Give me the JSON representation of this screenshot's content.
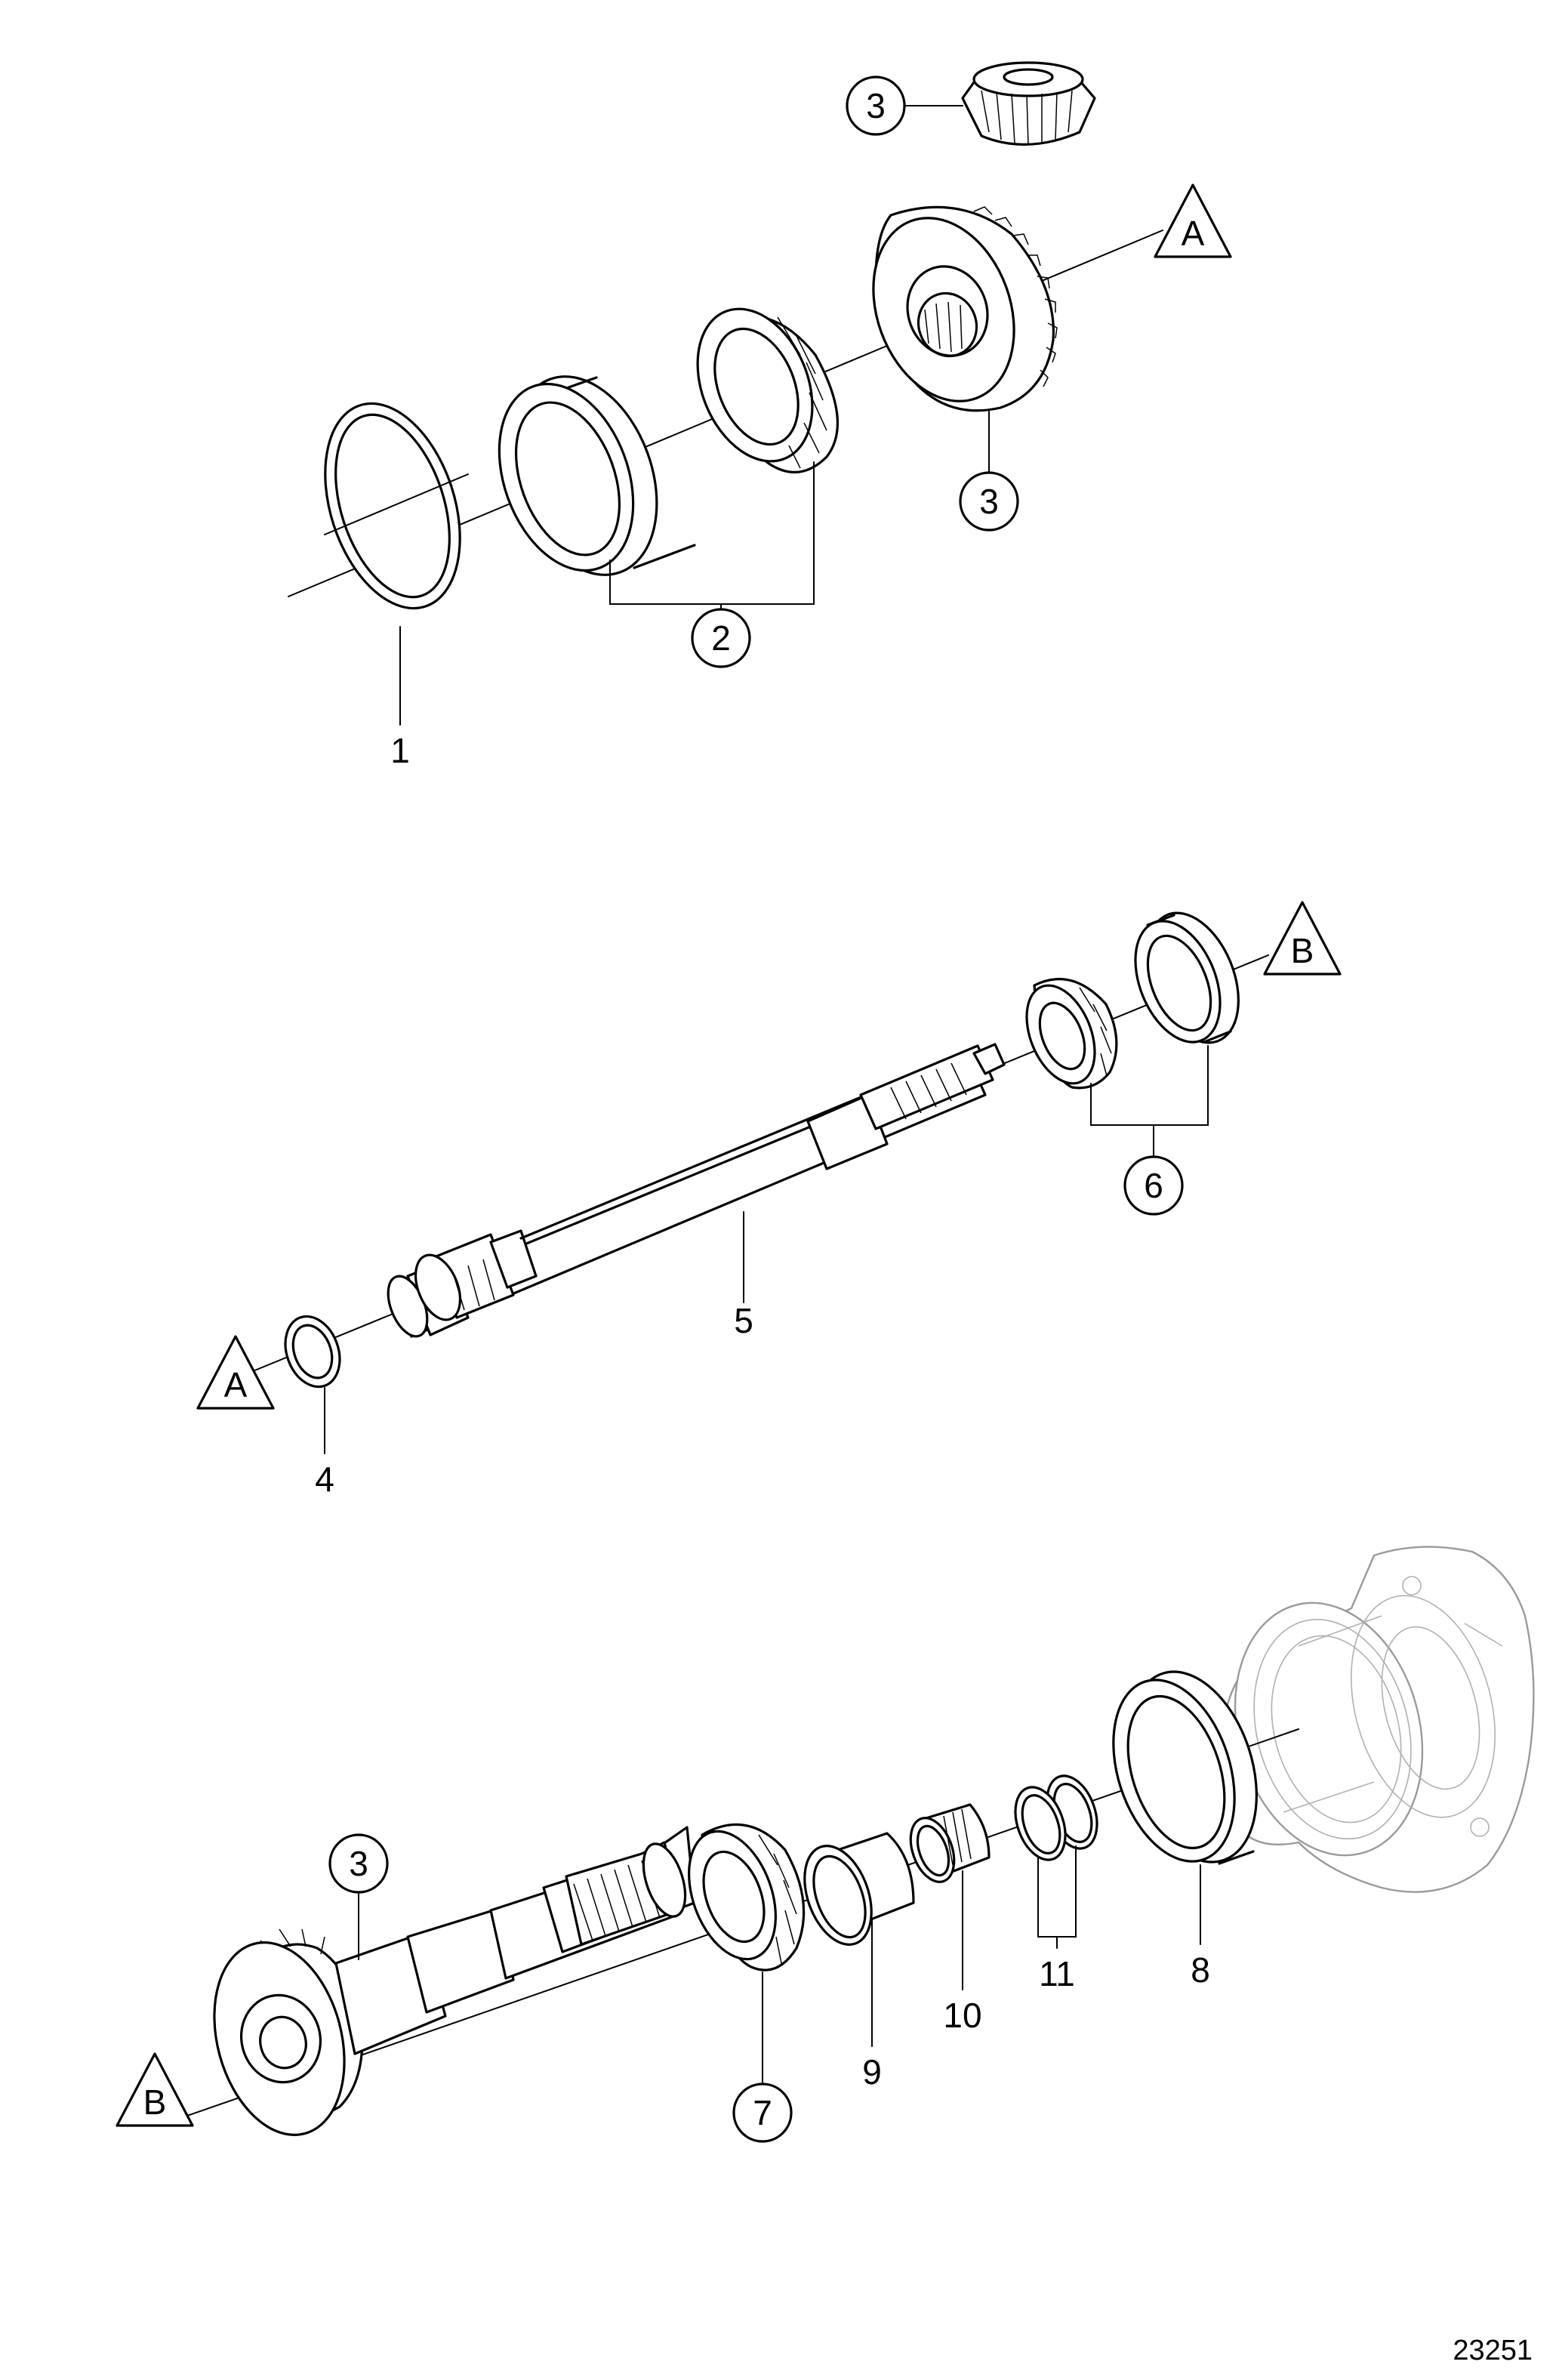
{
  "figure_number": "23251",
  "callouts": {
    "c1": "1",
    "c2": "2",
    "c3_top": "3",
    "c3_mid": "3",
    "c3_bot": "3",
    "c4": "4",
    "c5": "5",
    "c6": "6",
    "c7": "7",
    "c8": "8",
    "c9": "9",
    "c10": "10",
    "c11": "11"
  },
  "connectors": {
    "a_top": "A",
    "a_mid": "A",
    "b_mid": "B",
    "b_bot": "B"
  }
}
